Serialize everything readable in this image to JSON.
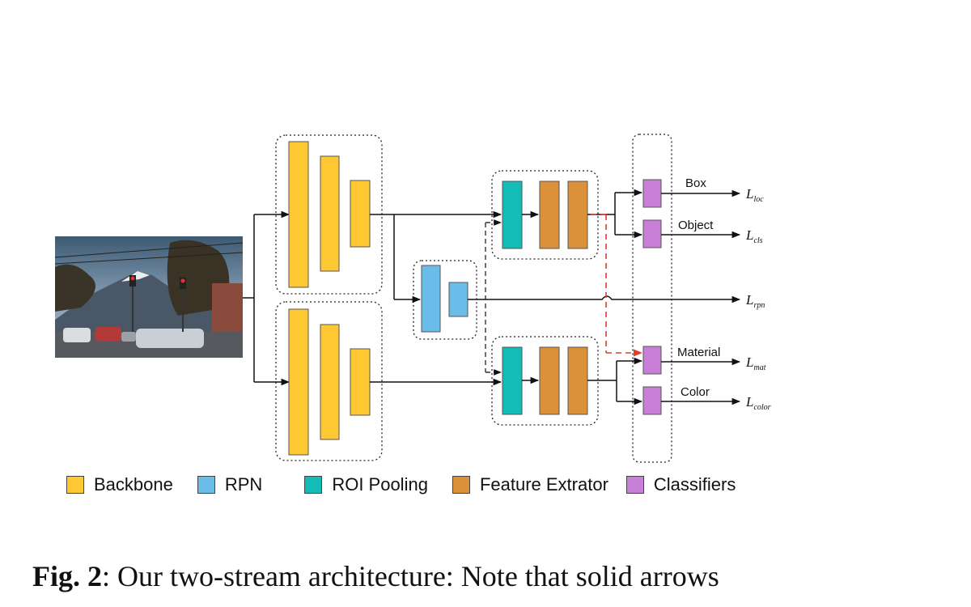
{
  "legend": {
    "backbone": "Backbone",
    "rpn": "RPN",
    "roi": "ROI Pooling",
    "feature": "Feature Extrator",
    "classifiers": "Classifiers"
  },
  "colors": {
    "backbone": "#fec832",
    "rpn": "#6bbde9",
    "roi": "#14bcb8",
    "feature": "#da913a",
    "classifier": "#c77fd7",
    "dashed_red": "#e8392b"
  },
  "heads": {
    "box": "Box",
    "object": "Object",
    "material": "Material",
    "color": "Color"
  },
  "losses": {
    "loc": {
      "main": "L",
      "sub": "loc"
    },
    "cls": {
      "main": "L",
      "sub": "cls"
    },
    "rpn": {
      "main": "L",
      "sub": "rpn"
    },
    "mat": {
      "main": "L",
      "sub": "mat"
    },
    "color": {
      "main": "L",
      "sub": "color"
    }
  },
  "caption": {
    "label": "Fig. 2",
    "text": ":  Our two-stream architecture: Note that solid arrows"
  },
  "image": {
    "icon": "street-photo-icon"
  }
}
